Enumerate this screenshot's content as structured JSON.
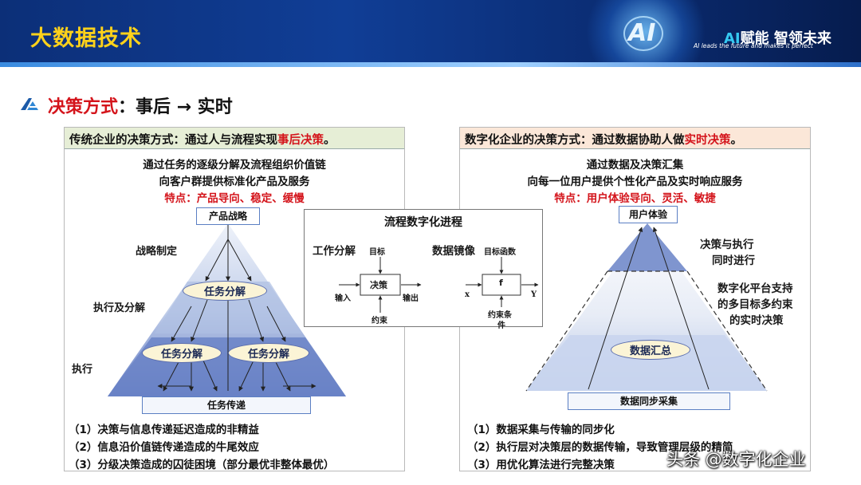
{
  "header": {
    "title": "大数据技术",
    "logo_text": "AI",
    "slogan_ai": "AI",
    "slogan_main": "赋能 智领未来",
    "slogan_sub": "AI leads the future and makes it perfect"
  },
  "section": {
    "title_red": "决策方式",
    "title_rest": "：事后 → 实时"
  },
  "left_panel": {
    "head_prefix": "传统企业的决策方式：通过人与流程实现",
    "head_red": "事后决策",
    "head_suffix": "。",
    "line1": "通过任务的逐级分解及流程组织价值链",
    "line2": "向客户群提供标准化产品及服务",
    "feature": "特点：产品导向、稳定、缓慢",
    "top_box": "产品战略",
    "stage1": "战略制定",
    "stage2": "执行及分解",
    "stage3": "执行",
    "ellipse_top": "任务分解",
    "ellipse_left": "任务分解",
    "ellipse_right": "任务分解",
    "bottom_box": "任务传递",
    "notes": [
      "（1）决策与信息传递延迟造成的非精益",
      "（2）信息沿价值链传递造成的牛尾效应",
      "（3）分级决策造成的囚徒困境（部分最优非整体最优）"
    ]
  },
  "right_panel": {
    "head_prefix": "数字化企业的决策方式：通过数据协助人做",
    "head_red": "实时决策",
    "head_suffix": "。",
    "line1": "通过数据及决策汇集",
    "line2": "向每一位用户提供个性化产品及实时响应服务",
    "feature": "特点：用户体验导向、灵活、敏捷",
    "top_box": "用户体验",
    "side1": [
      "决策与执行",
      "同时进行"
    ],
    "side2": [
      "数字化平台支持",
      "的多目标多约束",
      "的实时决策"
    ],
    "ellipse": "数据汇总",
    "bottom_box": "数据同步采集",
    "notes": [
      "（1）数据采集与传输的同步化",
      "（2）执行层对决策层的数据传输，导致管理层级的精简",
      "（3）用优化算法进行完整决策"
    ]
  },
  "process": {
    "title": "流程数字化进程",
    "left_label": "工作分解",
    "left_target": "目标",
    "left_box": "决策",
    "left_input": "输入",
    "left_output": "输出",
    "left_constraint": "约束",
    "right_label": "数据镜像",
    "right_target": "目标函数",
    "right_box": "f",
    "right_x": "x",
    "right_y": "Y",
    "right_constraint": [
      "约束条",
      "件"
    ]
  },
  "watermark": "头条 @数字化企业"
}
